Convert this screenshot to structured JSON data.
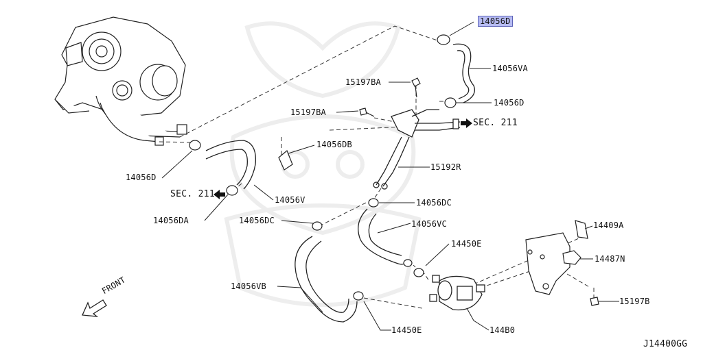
{
  "labels": {
    "p14056D_top": "14056D",
    "p14056VA": "14056VA",
    "p15197BA_a": "15197BA",
    "p15197BA_b": "15197BA",
    "p14056D_mid": "14056D",
    "sec211_right": "SEC. 211",
    "p14056DB": "14056DB",
    "p15192R": "15192R",
    "p14056D_left": "14056D",
    "sec211_left": "SEC. 211",
    "p14056V": "14056V",
    "p14056DA": "14056DA",
    "p14056DC_a": "14056DC",
    "p14056DC_b": "14056DC",
    "p14056VC": "14056VC",
    "p14450E_a": "14450E",
    "p14409A": "14409A",
    "p14487N": "14487N",
    "p14056VB": "14056VB",
    "p14450E_b": "14450E",
    "p144B0": "144B0",
    "p15197B": "15197B",
    "front": "FRONT",
    "diagram_ref": "J14400GG"
  },
  "highlight_color": "#b6bbf2"
}
